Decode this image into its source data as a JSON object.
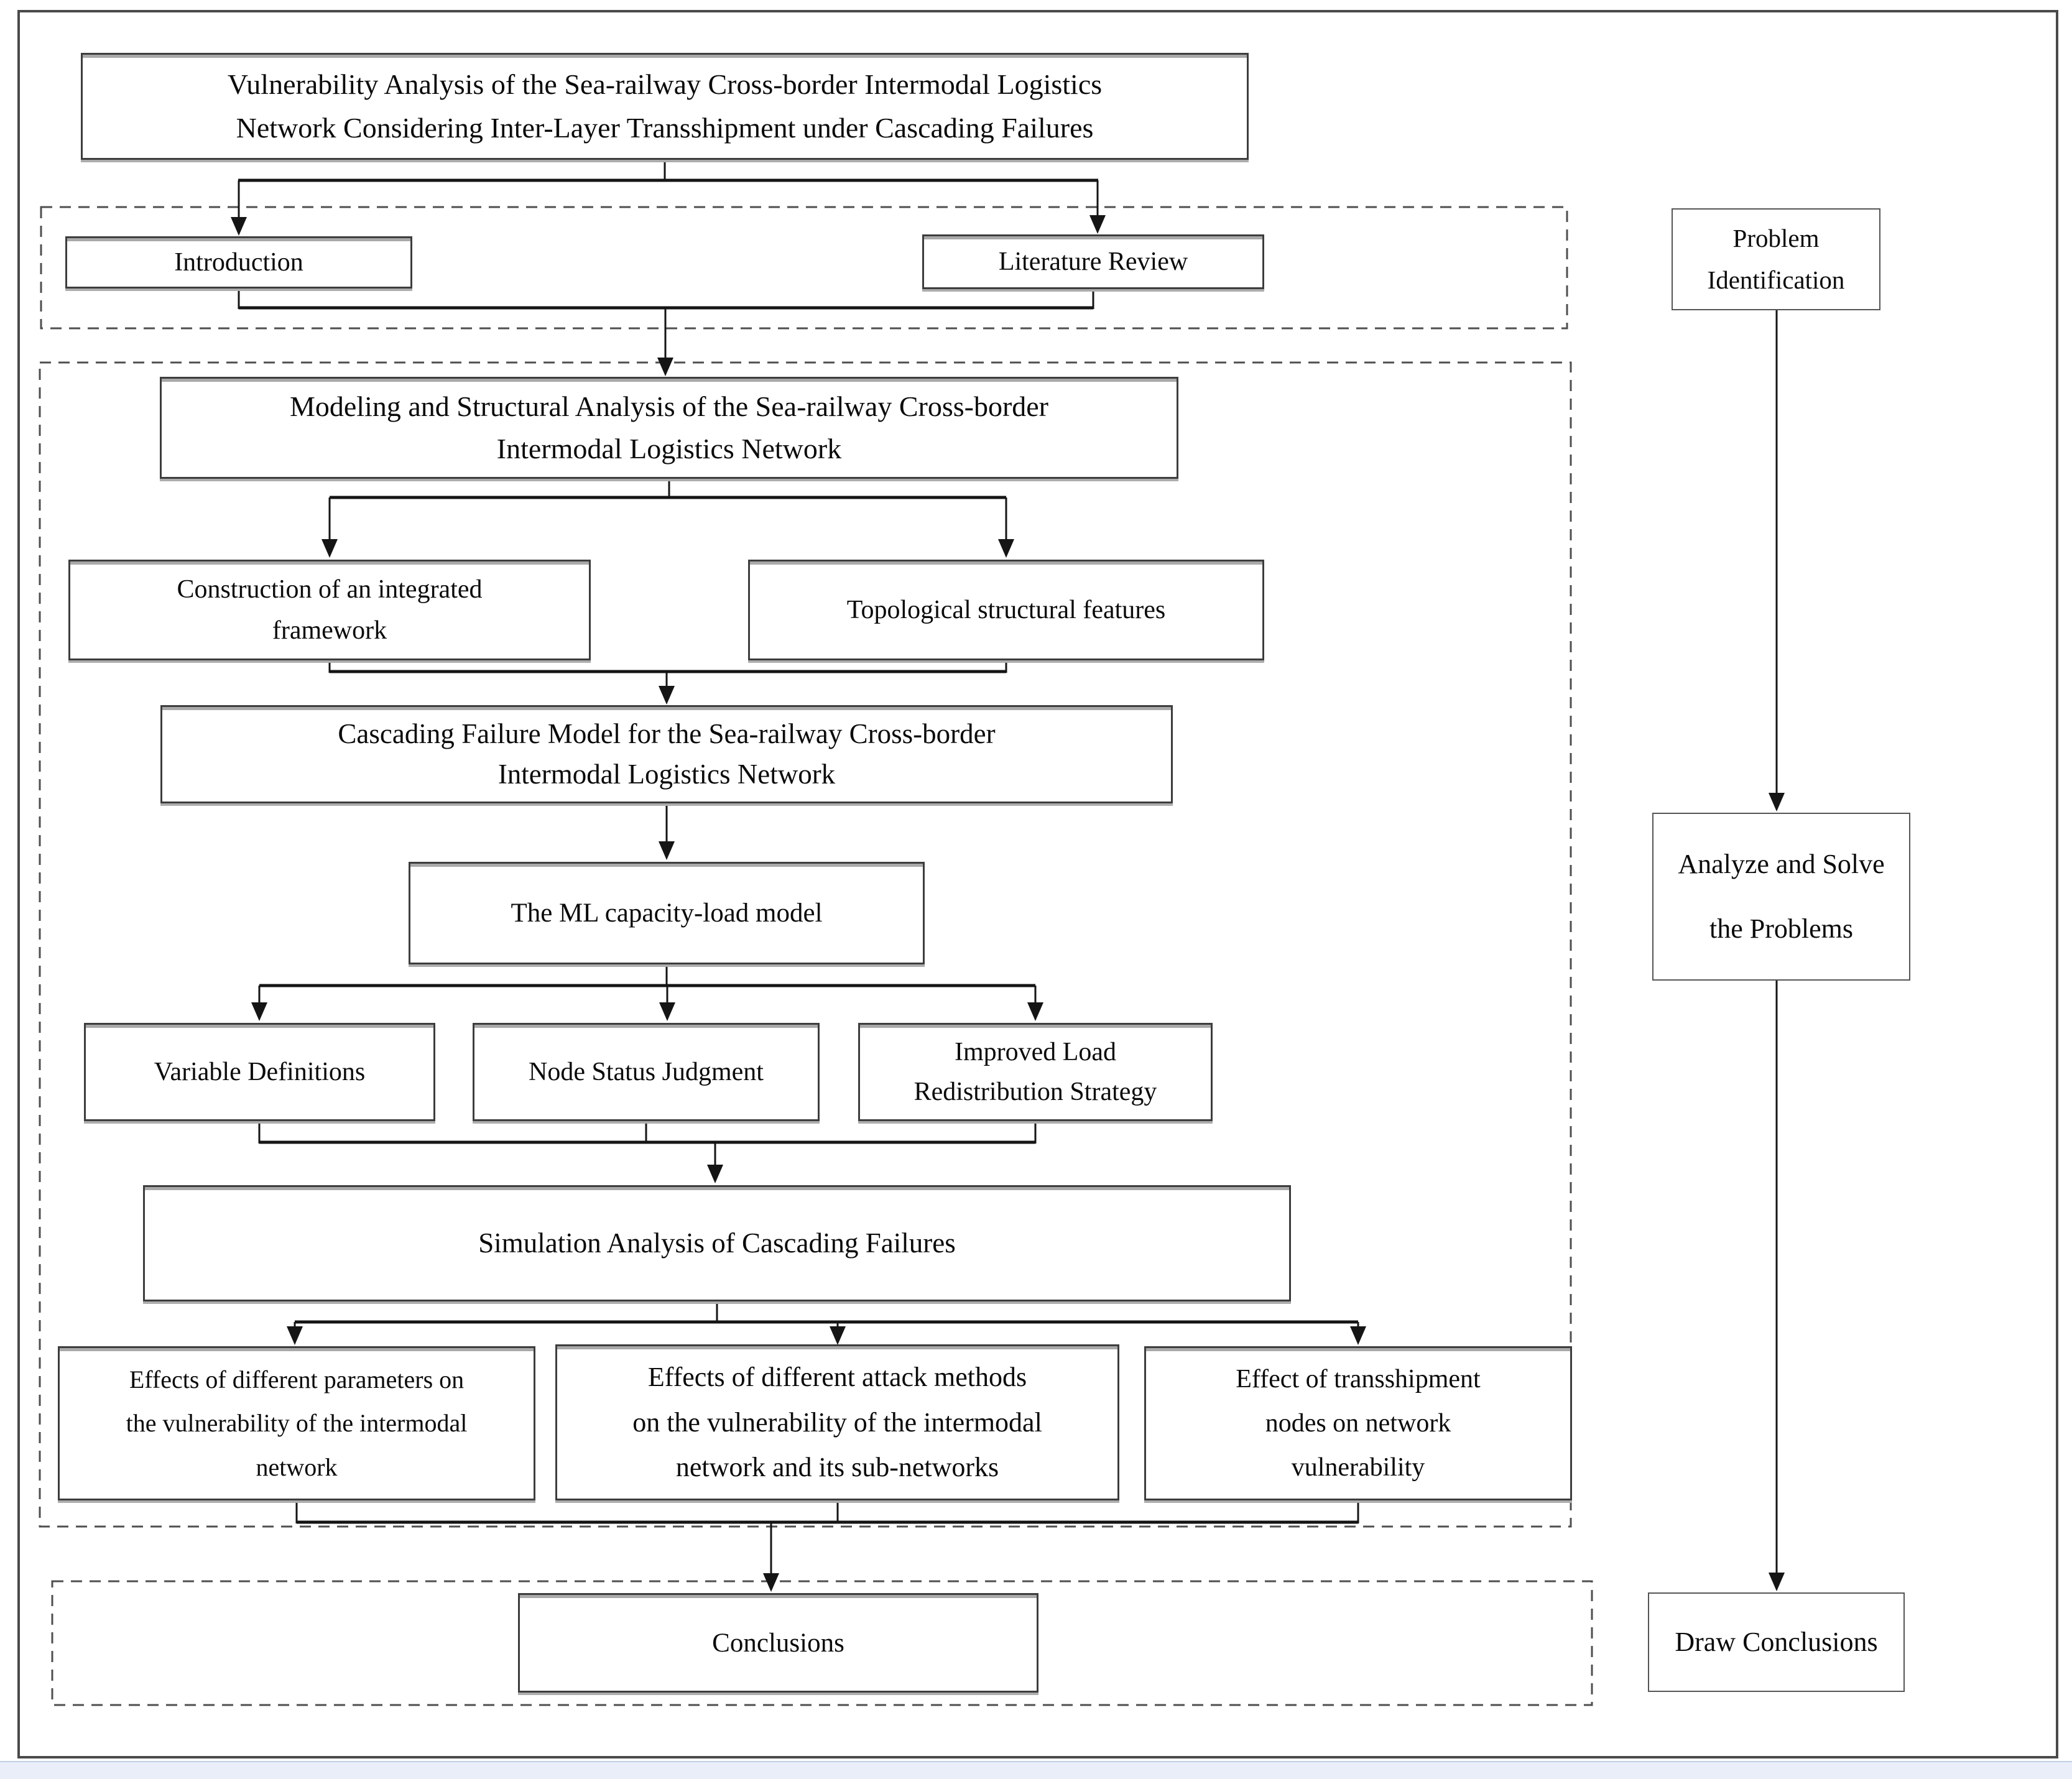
{
  "colors": {
    "line": "#151515",
    "box_border": "#3d3d3d",
    "dashed_border": "#4f4f4f",
    "outer_border": "#4a4a4a",
    "background": "#ffffff",
    "footer_strip": "#e9eef8"
  },
  "nodes": {
    "title": {
      "lines": [
        "Vulnerability Analysis of the Sea-railway Cross-border Intermodal Logistics",
        "Network Considering Inter-Layer Transshipment under Cascading Failures"
      ]
    },
    "introduction": {
      "lines": [
        "Introduction"
      ]
    },
    "literature_review": {
      "lines": [
        "Literature Review"
      ]
    },
    "modeling": {
      "lines": [
        "Modeling and Structural Analysis of the Sea-railway Cross-border",
        "Intermodal Logistics Network"
      ]
    },
    "construction": {
      "lines": [
        "Construction of an integrated",
        "framework"
      ]
    },
    "topological": {
      "lines": [
        "Topological structural features"
      ]
    },
    "cascading": {
      "lines": [
        "Cascading Failure Model for the Sea-railway Cross-border",
        "Intermodal Logistics Network"
      ]
    },
    "ml_model": {
      "lines": [
        "The ML capacity-load model"
      ]
    },
    "variable_definitions": {
      "lines": [
        "Variable Definitions"
      ]
    },
    "node_status": {
      "lines": [
        "Node Status Judgment"
      ]
    },
    "improved_load": {
      "lines": [
        "Improved Load",
        "Redistribution Strategy"
      ]
    },
    "simulation": {
      "lines": [
        "Simulation Analysis of Cascading Failures"
      ]
    },
    "effects_parameters": {
      "lines": [
        "Effects of different parameters on",
        "the vulnerability of the intermodal",
        "network"
      ]
    },
    "effects_attack": {
      "lines": [
        "Effects of different attack methods",
        "on the vulnerability of the intermodal",
        "network and its sub-networks"
      ]
    },
    "effect_transshipment": {
      "lines": [
        "Effect of transshipment",
        "nodes on network",
        "vulnerability"
      ]
    },
    "conclusions": {
      "lines": [
        "Conclusions"
      ]
    },
    "problem_identification": {
      "lines": [
        "Problem",
        "Identification"
      ]
    },
    "analyze_solve": {
      "lines": [
        "Analyze and Solve",
        "the Problems"
      ]
    },
    "draw_conclusions": {
      "lines": [
        "Draw Conclusions"
      ]
    }
  }
}
